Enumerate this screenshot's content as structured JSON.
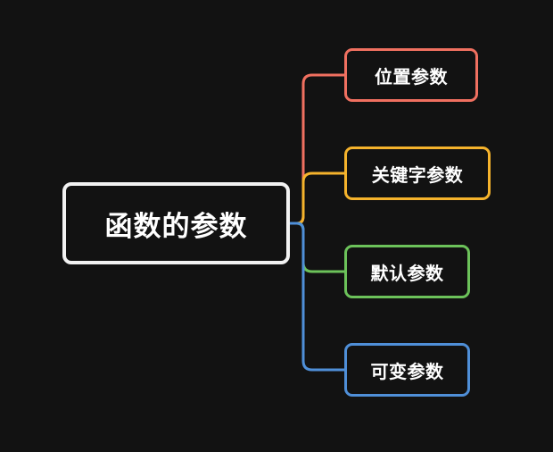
{
  "root": {
    "label": "函数的参数",
    "border_color": "#f2f2f2"
  },
  "children": [
    {
      "label": "位置参数",
      "color": "#f07060"
    },
    {
      "label": "关键字参数",
      "color": "#f5b32c"
    },
    {
      "label": "默认参数",
      "color": "#6cc25a"
    },
    {
      "label": "可变参数",
      "color": "#4f8fd8"
    }
  ],
  "background": "#121212"
}
